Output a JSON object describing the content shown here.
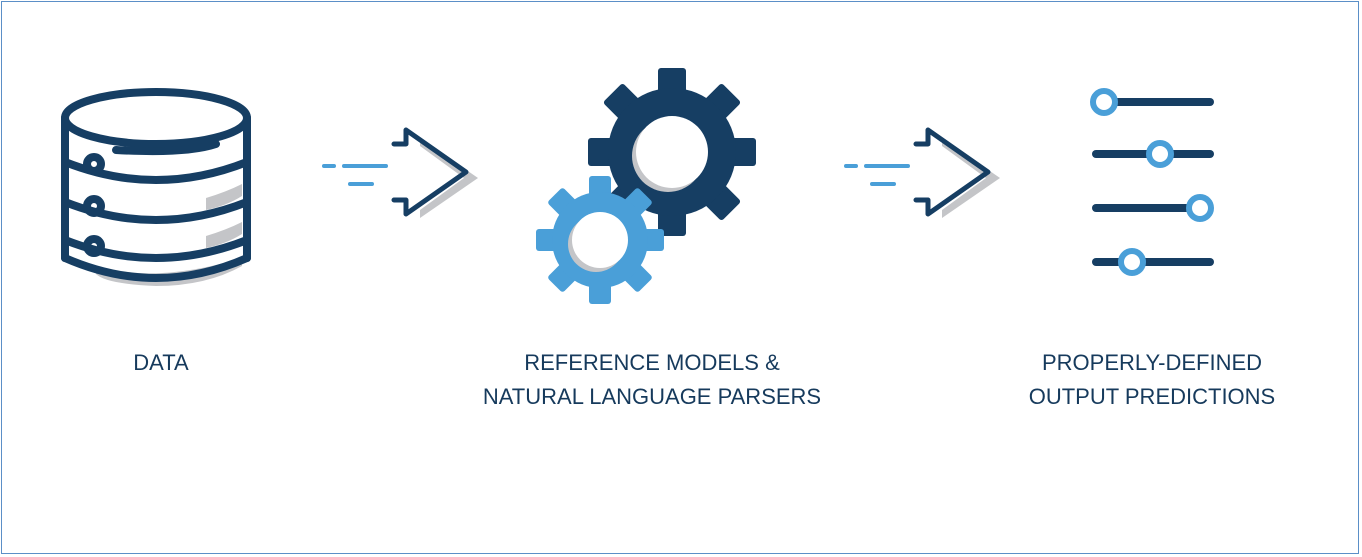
{
  "colors": {
    "navy": "#163e63",
    "light_blue": "#4a9fd8",
    "gray": "#c4c5c8",
    "border": "#5b8fc7",
    "text": "#163a5c"
  },
  "steps": [
    {
      "icon": "database-icon",
      "label_lines": [
        "DATA"
      ]
    },
    {
      "icon": "gears-icon",
      "label_lines": [
        "REFERENCE MODELS &",
        "NATURAL LANGUAGE PARSERS"
      ]
    },
    {
      "icon": "sliders-icon",
      "label_lines": [
        "PROPERLY-DEFINED",
        "OUTPUT PREDICTIONS"
      ]
    }
  ],
  "connectors": [
    "arrow-right-icon",
    "arrow-right-icon"
  ]
}
